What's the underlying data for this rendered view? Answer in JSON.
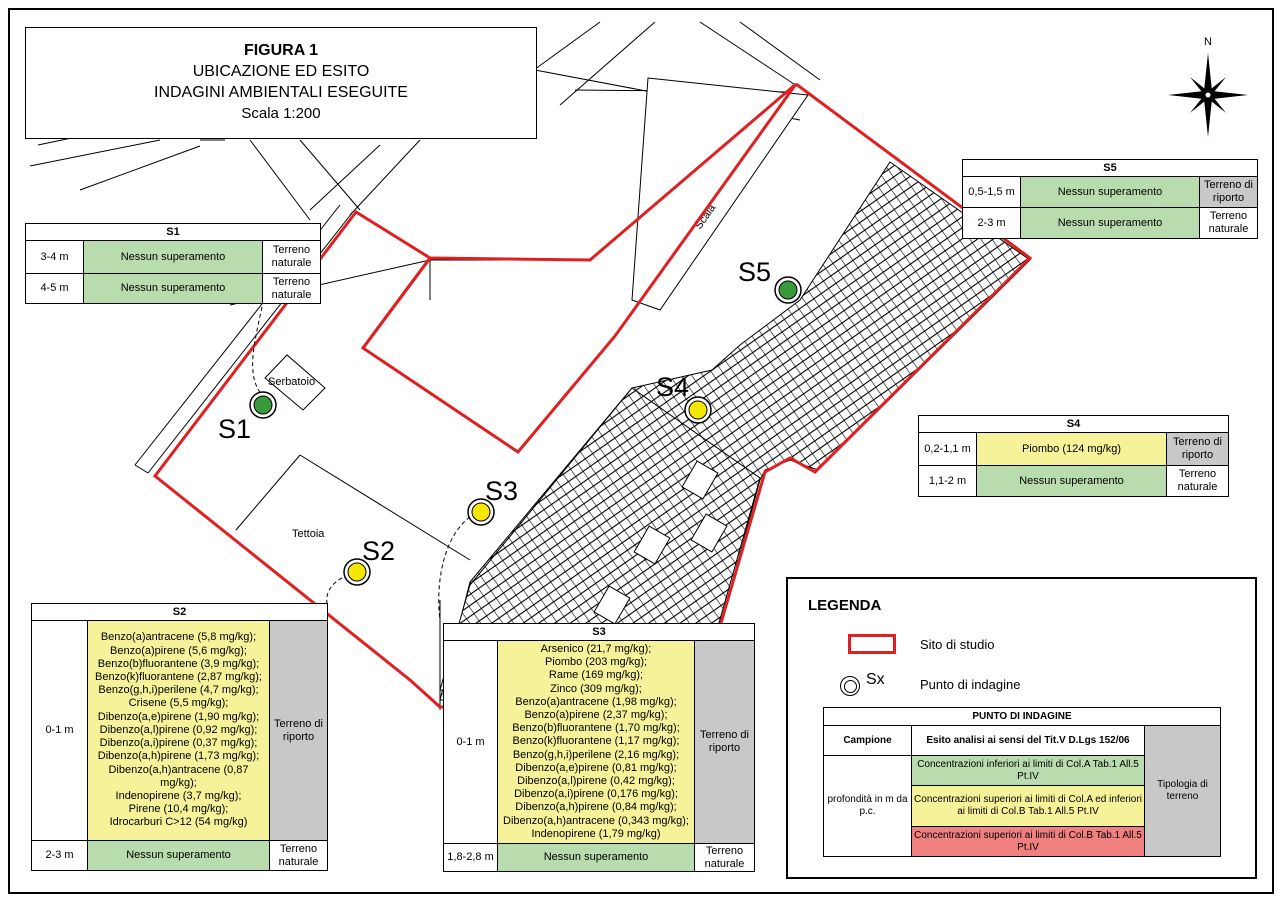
{
  "title": {
    "line1": "FIGURA 1",
    "line2": "UBICAZIONE ED ESITO",
    "line3": "INDAGINI AMBIENTALI ESEGUITE",
    "line4": "Scala 1:200"
  },
  "compass": {
    "label": "N"
  },
  "map_labels": {
    "serbatoio": "Serbatoio",
    "tettoia": "Tettoia",
    "scala": "Scala"
  },
  "points": {
    "s1": {
      "label": "S1",
      "color": "#3a9a3a"
    },
    "s2": {
      "label": "S2",
      "color": "#f5e600"
    },
    "s3": {
      "label": "S3",
      "color": "#f5e600"
    },
    "s4": {
      "label": "S4",
      "color": "#f5e600"
    },
    "s5": {
      "label": "S5",
      "color": "#3a9a3a"
    }
  },
  "tables": {
    "s1": {
      "title": "S1",
      "rows": [
        {
          "depth": "3-4 m",
          "result": "Nessun superamento",
          "type": "Terreno naturale"
        },
        {
          "depth": "4-5 m",
          "result": "Nessun superamento",
          "type": "Terreno naturale"
        }
      ]
    },
    "s5": {
      "title": "S5",
      "rows": [
        {
          "depth": "0,5-1,5 m",
          "result": "Nessun superamento",
          "type": "Terreno di riporto"
        },
        {
          "depth": "2-3 m",
          "result": "Nessun superamento",
          "type": "Terreno naturale"
        }
      ]
    },
    "s4": {
      "title": "S4",
      "rows": [
        {
          "depth": "0,2-1,1 m",
          "result": "Piombo (124 mg/kg)",
          "type": "Terreno di riporto"
        },
        {
          "depth": "1,1-2 m",
          "result": "Nessun superamento",
          "type": "Terreno naturale"
        }
      ]
    },
    "s2": {
      "title": "S2",
      "row1": {
        "depth": "0-1 m",
        "results": [
          "Benzo(a)antracene (5,8 mg/kg);",
          "Benzo(a)pirene (5,6 mg/kg);",
          "Benzo(b)fluorantene (3,9 mg/kg);",
          "Benzo(k)fluorantene (2,87 mg/kg);",
          "Benzo(g,h,i)perilene  (4,7 mg/kg);",
          "Crisene (5,5 mg/kg);",
          "Dibenzo(a,e)pirene (1,90 mg/kg);",
          "Dibenzo(a,l)pirene (0,92 mg/kg);",
          "Dibenzo(a,i)pirene (0,37 mg/kg);",
          "Dibenzo(a,h)pirene (1,73 mg/kg);",
          "Dibenzo(a,h)antracene (0,87 mg/kg);",
          "Indenopirene (3,7 mg/kg);",
          "Pirene (10,4 mg/kg);",
          "Idrocarburi C>12 (54 mg/kg)"
        ],
        "type": "Terreno di riporto"
      },
      "row2": {
        "depth": "2-3 m",
        "result": "Nessun superamento",
        "type": "Terreno naturale"
      }
    },
    "s3": {
      "title": "S3",
      "row1": {
        "depth": "0-1 m",
        "results": [
          "Arsenico (21,7 mg/kg);",
          "Piombo (203 mg/kg);",
          "Rame (169 mg/kg);",
          "Zinco (309 mg/kg);",
          "Benzo(a)antracene (1,98 mg/kg);",
          "Benzo(a)pirene (2,37 mg/kg);",
          "Benzo(b)fluorantene (1,70 mg/kg);",
          "Benzo(k)fluorantene (1,17 mg/kg);",
          "Benzo(g,h,i)perilene (2,16 mg/kg);",
          "Dibenzo(a,e)pirene (0,81 mg/kg);",
          "Dibenzo(a,l)pirene (0,42 mg/kg);",
          "Dibenzo(a,i)pirene (0,176 mg/kg);",
          "Dibenzo(a,h)pirene (0,84 mg/kg);",
          "Dibenzo(a,h)antracene (0,343 mg/kg);",
          "Indenopirene (1,79 mg/kg)"
        ],
        "type": "Terreno di riporto"
      },
      "row2": {
        "depth": "1,8-2,8 m",
        "result": "Nessun superamento",
        "type": "Terreno naturale"
      }
    }
  },
  "legend": {
    "title": "LEGENDA",
    "site_label": "Sito di studio",
    "point_symbol": "Sx",
    "point_label": "Punto di indagine",
    "table": {
      "title": "PUNTO DI INDAGINE",
      "col1": "Campione",
      "col2": "Esito analisi ai sensi del Tit.V D.Lgs 152/06",
      "col3": "Tipologia di terreno",
      "sample_desc": "profondità in m da p.c.",
      "rows": [
        "Concentrazioni inferiori ai limiti di Col.A Tab.1 All.5 Pt.IV",
        "Concentrazioni superiori ai limiti di Col.A ed inferiori ai limiti di Col.B Tab.1 All.5 Pt.IV",
        "Concentrazioni superiori ai limiti di Col.B Tab.1 All.5 Pt.IV"
      ]
    }
  },
  "colors": {
    "site_border": "#e02020",
    "green": "#b9dcae",
    "yellow": "#f6f29a",
    "grey": "#c8c8c8",
    "red": "#f07f7f"
  }
}
